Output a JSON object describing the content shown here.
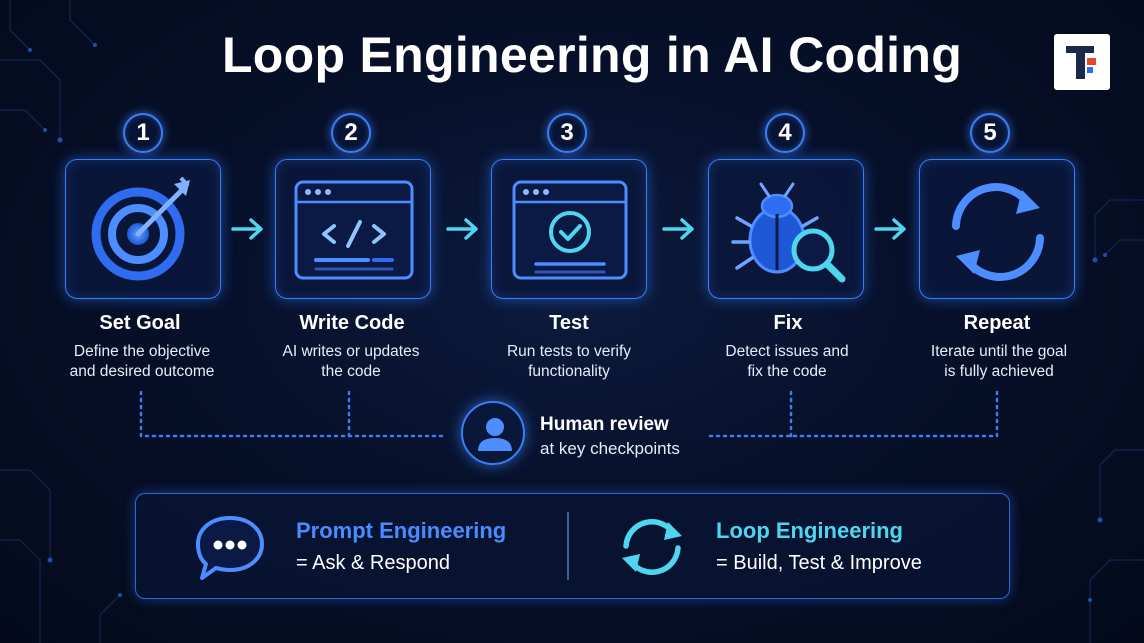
{
  "title": "Loop Engineering in AI Coding",
  "steps": [
    {
      "num": "1",
      "label": "Set Goal",
      "desc1": "Define the objective",
      "desc2": "and desired outcome",
      "icon": "target-icon"
    },
    {
      "num": "2",
      "label": "Write Code",
      "desc1": "AI writes or updates",
      "desc2": "the code",
      "icon": "code-window-icon"
    },
    {
      "num": "3",
      "label": "Test",
      "desc1": "Run tests to verify",
      "desc2": "functionality",
      "icon": "test-check-window-icon"
    },
    {
      "num": "4",
      "label": "Fix",
      "desc1": "Detect issues and",
      "desc2": "fix the code",
      "icon": "bug-magnifier-icon"
    },
    {
      "num": "5",
      "label": "Repeat",
      "desc1": "Iterate until the goal",
      "desc2": "is fully achieved",
      "icon": "refresh-cycle-icon"
    }
  ],
  "human_review": {
    "title": "Human review",
    "subtitle": "at key checkpoints",
    "icon": "user-icon"
  },
  "comparison": {
    "prompt": {
      "title": "Prompt Engineering",
      "subtitle": "= Ask & Respond",
      "icon": "chat-bubble-icon",
      "color": "#4a8bff"
    },
    "loop": {
      "title": "Loop Engineering",
      "subtitle": "= Build, Test & Improve",
      "icon": "refresh-cycle-icon",
      "color": "#4fd6ef"
    }
  },
  "colors": {
    "accent": "#3a7df5",
    "cyan": "#4fd6ef",
    "background": "#07102a"
  }
}
